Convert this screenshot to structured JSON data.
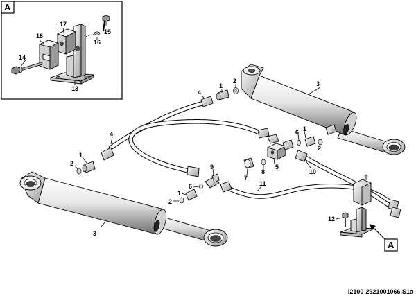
{
  "detail_box": {
    "label": "A"
  },
  "detail_ref": {
    "label": "A"
  },
  "doc_id": "I2100-2921001066.S1a",
  "part_numbers": {
    "n1a": "1",
    "n1b": "1",
    "n1c": "1",
    "n1d": "1",
    "n2a": "2",
    "n2b": "2",
    "n2c": "2",
    "n2d": "2",
    "n3a": "3",
    "n3b": "3",
    "n4a": "4",
    "n4b": "4",
    "n5": "5",
    "n6a": "6",
    "n6b": "6",
    "n7": "7",
    "n8": "8",
    "n9": "9",
    "n10": "10",
    "n11": "11",
    "n12": "12",
    "n13": "13",
    "n14": "14",
    "n15": "15",
    "n16": "16",
    "n17": "17",
    "n18": "18"
  }
}
